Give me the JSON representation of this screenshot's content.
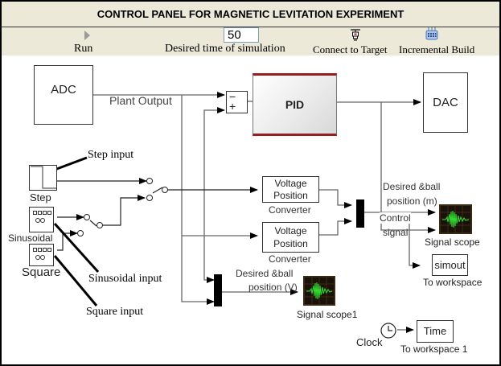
{
  "window": {
    "title": "CONTROL PANEL FOR MAGNETIC LEVITATION EXPERIMENT"
  },
  "toolbar": {
    "run_label": "Run",
    "sim_time_label": "Desired time of simulation",
    "sim_time_value": "50",
    "connect_label": "Connect to Target",
    "build_label": "Incremental Build",
    "icons": {
      "run": "play-icon",
      "connect": "connect-plug-icon",
      "build": "incremental-build-icon"
    }
  },
  "diagram": {
    "adc": "ADC",
    "dac": "DAC",
    "pid": "PID",
    "plant_output": "Plant Output",
    "sum_minus": "−",
    "sum_plus": "+",
    "step_block_label": "Step",
    "sin_block_label": "Sinusoidal",
    "square_block_label": "Square",
    "step_annotation": "Step input",
    "sin_annotation": "Sinusoidal input",
    "square_annotation": "Square input",
    "converter1": [
      "Voltage",
      "Position"
    ],
    "converter1_label": "Converter",
    "converter2": [
      "Voltage",
      "Position"
    ],
    "converter2_label": "Converter",
    "desired_m_line1": "Desired &ball",
    "desired_m_line2": "position (m)",
    "control_line1": "Control",
    "control_line2": "signal",
    "scope_label": "Signal scope",
    "desired_v_line1": "Desired &ball",
    "desired_v_line2": "position (V)",
    "scope1_label": "Signal scope1",
    "simout_block": "simout",
    "simout_label": "To workspace",
    "time_block": "Time",
    "time_label": "To workspace 1",
    "clock_label": "Clock"
  },
  "colors": {
    "titlebar_bg": "#ece9d8",
    "pid_accent": "#9b1b22",
    "scope_trace": "#2ee02e",
    "scope_bg": "#1a1208"
  }
}
